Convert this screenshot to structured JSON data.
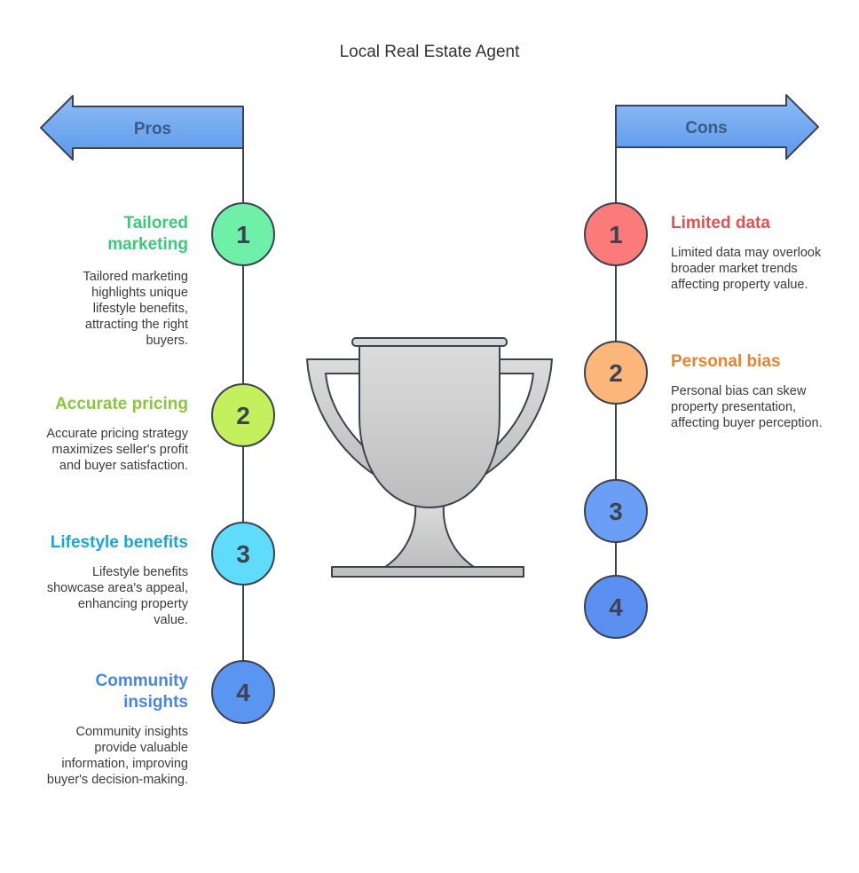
{
  "title": "Local Real Estate Agent",
  "pros": {
    "label": "Pros",
    "items": [
      {
        "number": "1",
        "heading": "Tailored marketing",
        "description": "Tailored marketing highlights unique lifestyle benefits, attracting the right buyers.",
        "color": "#3cc97a",
        "fill": "#6ef0a8"
      },
      {
        "number": "2",
        "heading": "Accurate pricing",
        "description": "Accurate pricing strategy maximizes seller's profit and buyer satisfaction.",
        "color": "#8cc63e",
        "fill": "#c4f05e"
      },
      {
        "number": "3",
        "heading": "Lifestyle benefits",
        "description": "Lifestyle benefits showcase area's appeal, enhancing property value.",
        "color": "#1ea6d3",
        "fill": "#5fdcfa"
      },
      {
        "number": "4",
        "heading": "Community insights",
        "description": "Community insights provide valuable information, improving buyer's decision-making.",
        "color": "#4a86e0",
        "fill": "#5b95f2"
      }
    ]
  },
  "cons": {
    "label": "Cons",
    "items": [
      {
        "number": "1",
        "heading": "Limited data",
        "description": "Limited data may overlook broader market trends affecting property value.",
        "color": "#e05252",
        "fill": "#fb7a7a"
      },
      {
        "number": "2",
        "heading": "Personal bias",
        "description": "Personal bias can skew property presentation, affecting buyer perception.",
        "color": "#e8842e",
        "fill": "#fdb77a"
      },
      {
        "number": "3",
        "heading": "",
        "description": "",
        "color": "#4a86e0",
        "fill": "#6b9ff5"
      },
      {
        "number": "4",
        "heading": "",
        "description": "",
        "color": "#4a86e0",
        "fill": "#5b8ff0"
      }
    ]
  },
  "colors": {
    "arrow_fill": "#6aa6f0",
    "arrow_stroke": "#3c4250",
    "trophy_fill": "#c8c8c8",
    "line": "#3c4250"
  },
  "icons": {
    "center": "trophy-icon"
  }
}
